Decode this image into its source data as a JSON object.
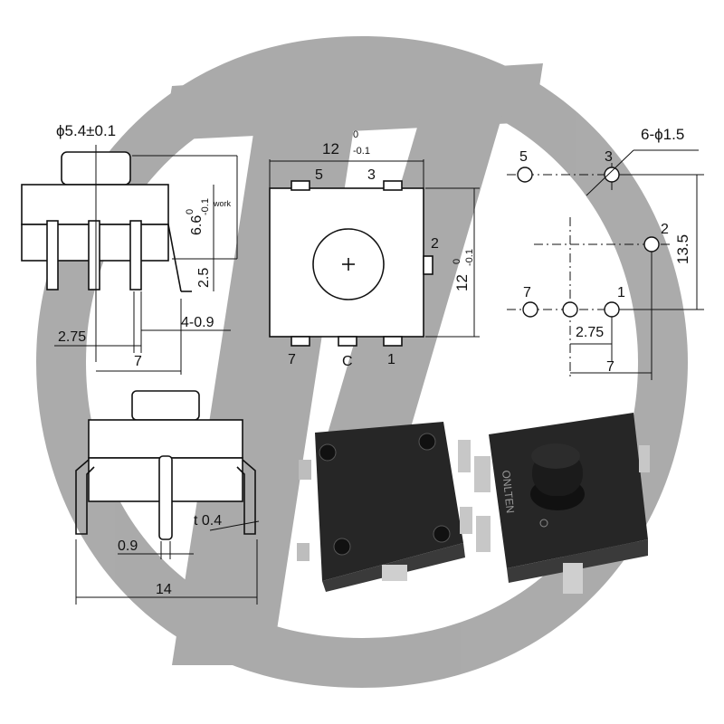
{
  "side_view": {
    "button_diameter": "ϕ5.4±0.1",
    "height_total": "6.6",
    "height_tol_upper": "0",
    "height_tol_lower": "-0.1",
    "work_label": "work",
    "pin_height": "2.5",
    "pin_pitch": "2.75",
    "pin_width": "4-0.9",
    "pin_span": "7"
  },
  "top_view": {
    "width": "12",
    "width_tol_upper": "0",
    "width_tol_lower": "-0.1",
    "height": "12",
    "height_tol_upper": "0",
    "height_tol_lower": "-0.1",
    "pin_labels": {
      "p5": "5",
      "p3": "3",
      "p2": "2",
      "p7": "7",
      "pc": "C",
      "p1": "1"
    }
  },
  "footprint": {
    "hole_spec": "6-ϕ1.5",
    "vertical": "13.5",
    "pitch": "2.75",
    "span": "7",
    "labels": {
      "p5": "5",
      "p3": "3",
      "p2": "2",
      "p7": "7",
      "p1": "1"
    }
  },
  "front_view": {
    "thickness": "t 0.4",
    "pin_width": "0.9",
    "overall": "14"
  },
  "photo": {
    "brand_text": "ONLTEN"
  },
  "colors": {
    "watermark": "#8a8a8a",
    "line": "#111111",
    "body": "#222222"
  }
}
